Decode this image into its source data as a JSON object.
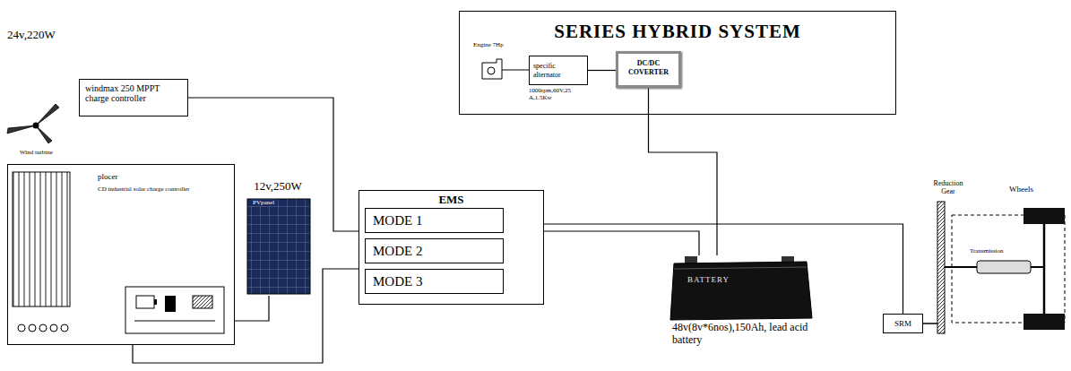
{
  "diagram": {
    "nodes": [
      {
        "text": [
          "windmax 250 MPPT charge controller"
        ]
      },
      {
        "text": [
          "plocer",
          "CD industrial solar charge controller"
        ]
      },
      {
        "text": [
          "12v,250W",
          "PVpanel"
        ]
      },
      {
        "text": [
          "EMS"
        ]
      },
      {
        "text": [
          "MODE 1"
        ],
        "in": 3
      },
      {
        "text": [
          "MODE 2"
        ],
        "in": 3
      },
      {
        "text": [
          "MODE 3"
        ],
        "in": 3
      },
      {
        "text": [
          "SERIES HYBRID SYSTEM"
        ]
      },
      {
        "text": [
          "specific alternator"
        ],
        "in": 7
      },
      {
        "text": [
          "DC/DC COVERTER"
        ],
        "in": 7
      },
      {
        "text": [
          "BATTERY",
          "48v(8v*6nos),150Ah, lead acid battery"
        ]
      },
      {
        "text": [
          "SRM"
        ]
      }
    ],
    "edges": [
      {
        "from": 0,
        "to": 3,
        "arrow": "none"
      },
      {
        "from": 1,
        "to": 3,
        "arrow": "none"
      },
      {
        "from": 1,
        "to": 2,
        "arrow": "none"
      },
      {
        "from": 3,
        "to": 10,
        "arrow": "none"
      },
      {
        "from": 3,
        "to": 11,
        "arrow": "none"
      },
      {
        "from": 9,
        "to": 10,
        "arrow": "none"
      },
      {
        "from": 8,
        "to": 9,
        "arrow": "none"
      }
    ],
    "labels": [
      "24v,220W",
      "Wind turbine",
      "Engine 7Hp",
      "1000rpm,60V,25 A,1.5Kw",
      "Reduction Gear",
      "Wheels",
      "Transmission"
    ]
  }
}
